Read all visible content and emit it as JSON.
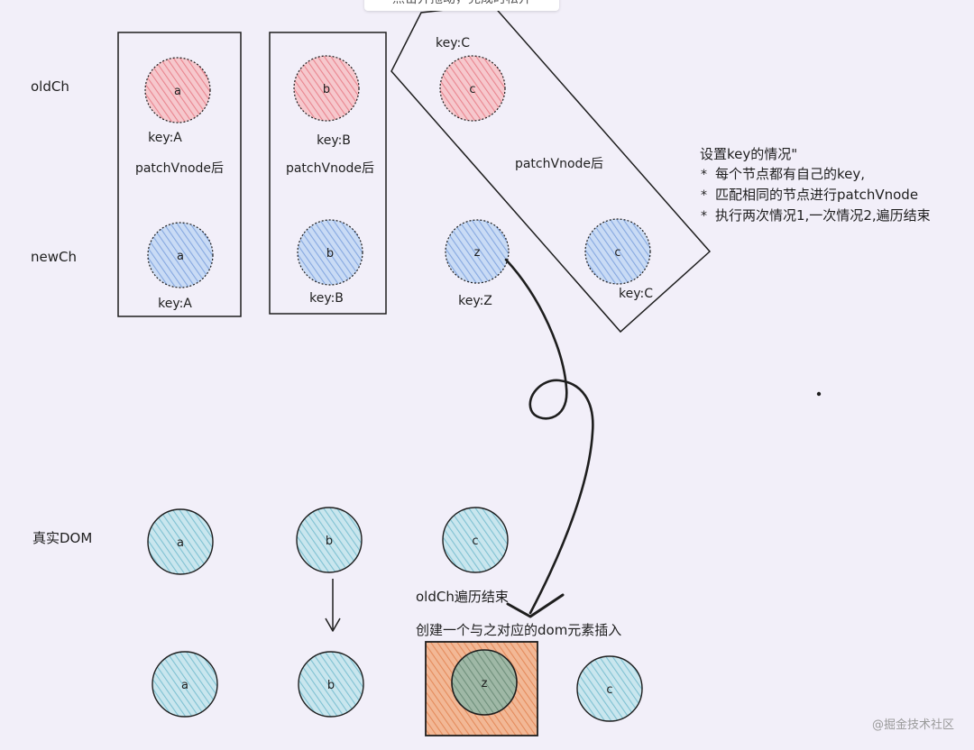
{
  "tooltip": "点击并拖动，完成时松开",
  "row_labels": {
    "old": "oldCh",
    "new": "newCh",
    "real": "真实DOM"
  },
  "groups": [
    {
      "old_node": "a",
      "old_key": "key:A",
      "patch_label": "patchVnode后",
      "new_node": "a",
      "new_key": "key:A"
    },
    {
      "old_node": "b",
      "old_key": "key:B",
      "patch_label": "patchVnode后",
      "new_node": "b",
      "new_key": "key:B"
    },
    {
      "old_node": "c",
      "old_key": "key:C",
      "patch_label": "patchVnode后",
      "new_node": "c",
      "new_key": "key:C"
    }
  ],
  "unmatched_new": {
    "node": "z",
    "key": "key:Z"
  },
  "notes": {
    "title": "设置key的情况\"",
    "bullets": [
      "每个节点都有自己的key,",
      "匹配相同的节点进行patchVnode",
      "执行两次情况1,一次情况2,遍历结束"
    ]
  },
  "real_dom_before": [
    "a",
    "b",
    "c"
  ],
  "real_dom_after": [
    "a",
    "b",
    "z",
    "c"
  ],
  "end_notes": {
    "line1": "oldCh遍历结束",
    "line2": "创建一个与之对应的dom元素插入"
  },
  "watermark": "@掘金技术社区",
  "colors": {
    "background": "#f2eff9",
    "old_fill": "#f0a6ad",
    "new_fill": "#a7c4ec",
    "dom_fill": "#a8d8e3",
    "inserted_fill": "#f0a17a",
    "inserted_node_fill": "#8bab9a",
    "stroke": "#1e1e1e"
  }
}
